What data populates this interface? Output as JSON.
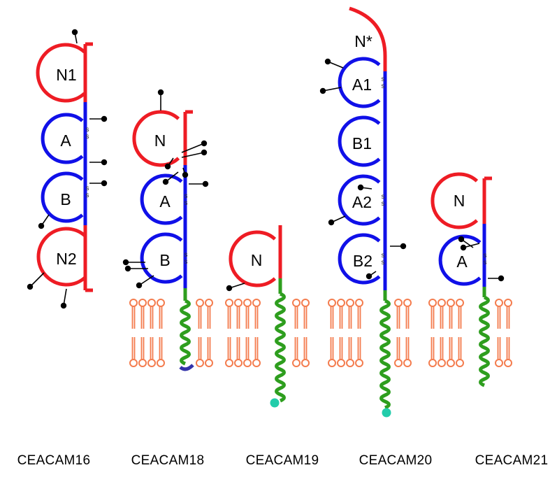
{
  "colors": {
    "n_domain": "#ee1c24",
    "ig_domain": "#1010e8",
    "transmembrane": "#2e9e1e",
    "membrane": "#f47c4e",
    "cytoplasmic_tail": "#3333aa",
    "gpi_anchor": "#22ccaa",
    "glycan": "#000000"
  },
  "icons": [
    "glycosylation-site-icon",
    "gpi-anchor-icon",
    "disulfide-bond-icon"
  ],
  "disulfide_label": "s",
  "molecules": [
    {
      "name": "CEACAM16",
      "domains": [
        "N1",
        "A",
        "B",
        "N2"
      ]
    },
    {
      "name": "CEACAM18",
      "domains": [
        "N",
        "A",
        "B"
      ]
    },
    {
      "name": "CEACAM19",
      "domains": [
        "N"
      ]
    },
    {
      "name": "CEACAM20",
      "domains": [
        "N*",
        "A1",
        "B1",
        "A2",
        "B2"
      ]
    },
    {
      "name": "CEACAM21",
      "domains": [
        "N",
        "A"
      ]
    }
  ]
}
